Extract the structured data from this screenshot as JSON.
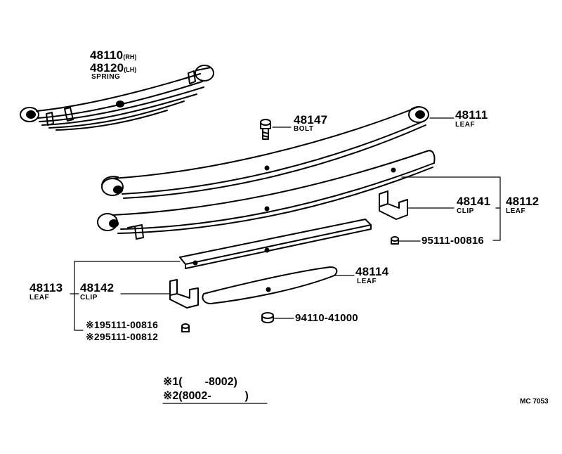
{
  "parts": {
    "spring_rh": {
      "number": "48110",
      "suffix": "(RH)"
    },
    "spring_lh": {
      "number": "48120",
      "suffix": "(LH)"
    },
    "spring_name": "SPRING",
    "bolt": {
      "number": "48147",
      "name": "BOLT"
    },
    "leaf_main": {
      "number": "48111",
      "name": "LEAF"
    },
    "clip_upper": {
      "number": "48141",
      "name": "CLIP"
    },
    "leaf_second": {
      "number": "48112",
      "name": "LEAF"
    },
    "rivet_upper": {
      "number": "95111-00816"
    },
    "leaf_fourth": {
      "number": "48114",
      "name": "LEAF"
    },
    "leaf_third": {
      "number": "48113",
      "name": "LEAF"
    },
    "clip_lower": {
      "number": "48142",
      "name": "CLIP"
    },
    "rivet_lower_1": {
      "number": "※195111-00816"
    },
    "rivet_lower_2": {
      "number": "※295111-00812"
    },
    "nut": {
      "number": "94110-41000"
    }
  },
  "legend": {
    "line1": "※1(　　-8002)",
    "line2": "※2(8002-　　　)"
  },
  "figure_code": "MC 7053"
}
